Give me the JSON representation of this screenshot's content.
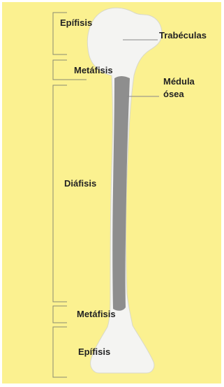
{
  "colors": {
    "background": "#fbf190",
    "bone": "#f4f4f2",
    "marrow": "#8e8e8e",
    "bracket": "#8a8a72",
    "text": "#222222"
  },
  "labels": {
    "epifisis_top": "Epífisis",
    "trabeculas": "Trabéculas",
    "metafisis_top": "Metáfisis",
    "medula_line1": "Médula",
    "medula_line2": "ósea",
    "diafisis": "Diáfisis",
    "metafisis_bottom": "Metáfisis",
    "epifisis_bottom": "Epífisis"
  }
}
